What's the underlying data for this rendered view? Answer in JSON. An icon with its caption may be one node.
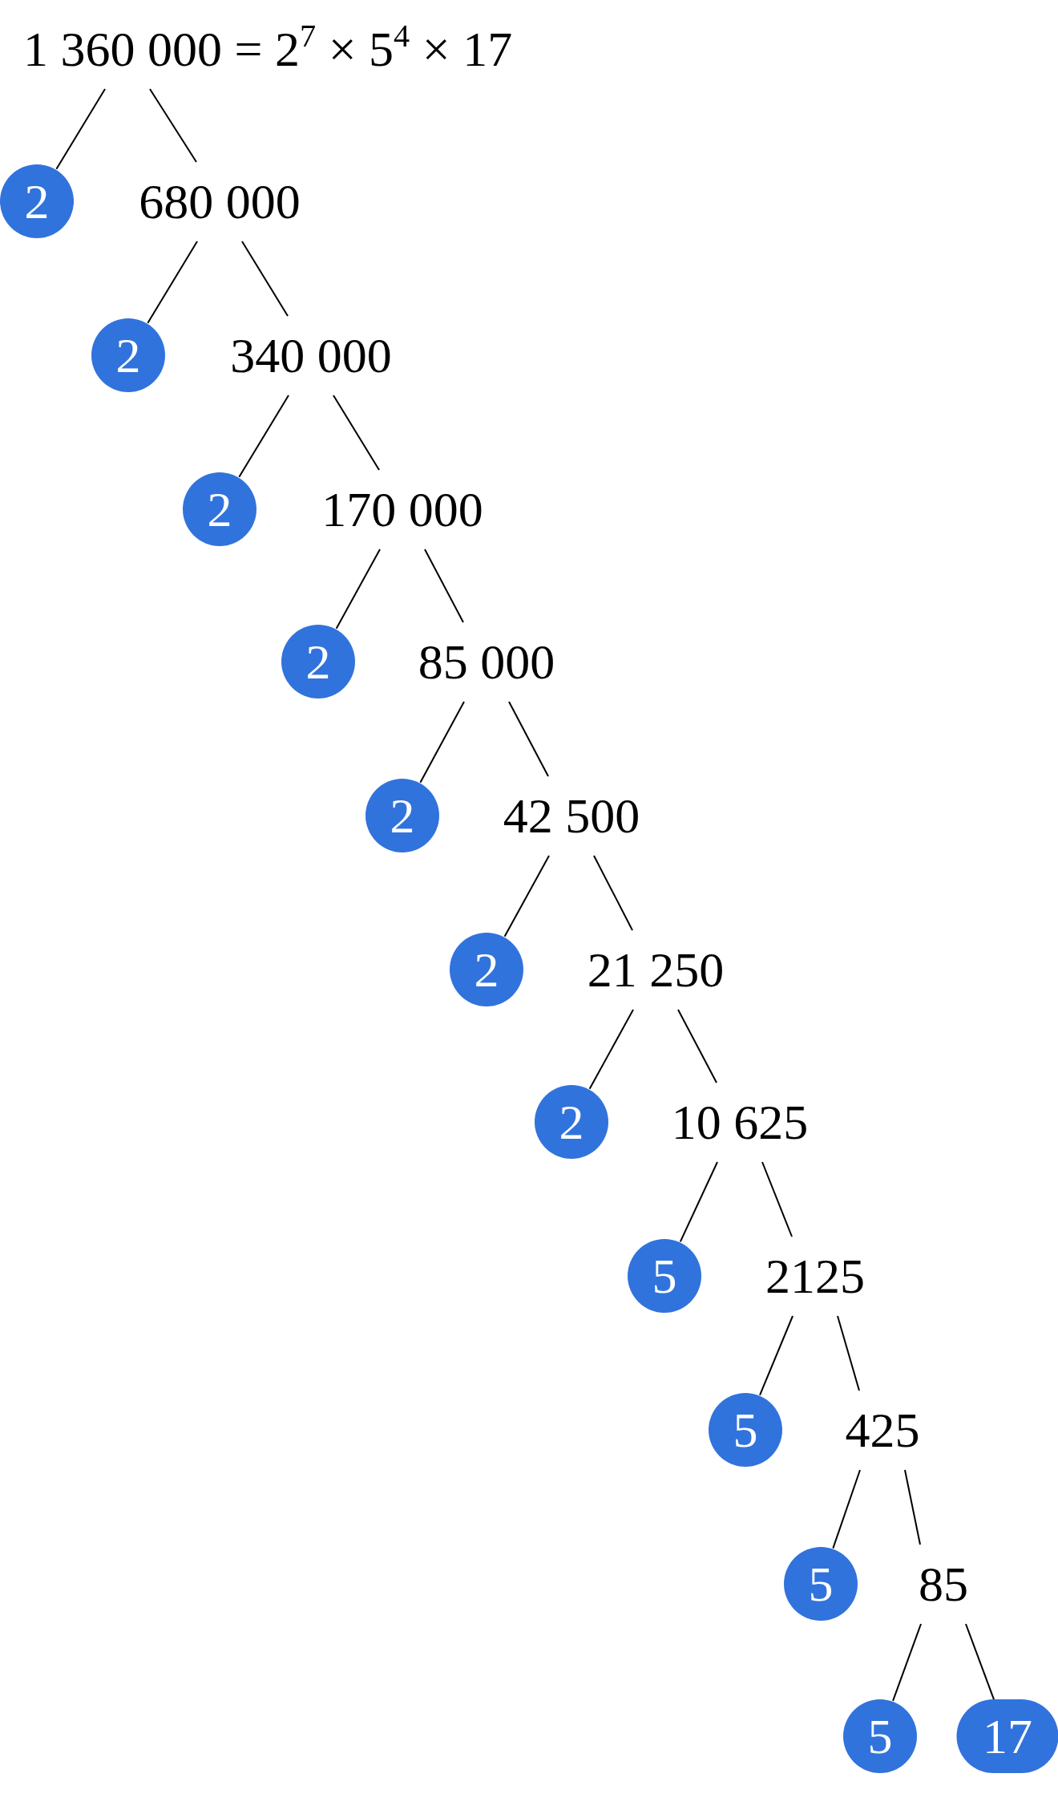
{
  "diagram": {
    "nodes": [
      {
        "text": [
          "1 360 000 = 2$^{7}$ × 5$^{4}$ × 17"
        ]
      },
      {
        "text": [
          "2"
        ]
      },
      {
        "text": [
          "680 000"
        ]
      },
      {
        "text": [
          "2"
        ]
      },
      {
        "text": [
          "340 000"
        ]
      },
      {
        "text": [
          "2"
        ]
      },
      {
        "text": [
          "170 000"
        ]
      },
      {
        "text": [
          "2"
        ]
      },
      {
        "text": [
          "85 000"
        ]
      },
      {
        "text": [
          "2"
        ]
      },
      {
        "text": [
          "42 500"
        ]
      },
      {
        "text": [
          "2"
        ]
      },
      {
        "text": [
          "21 250"
        ]
      },
      {
        "text": [
          "2"
        ]
      },
      {
        "text": [
          "10 625"
        ]
      },
      {
        "text": [
          "5"
        ]
      },
      {
        "text": [
          "2125"
        ]
      },
      {
        "text": [
          "5"
        ]
      },
      {
        "text": [
          "425"
        ]
      },
      {
        "text": [
          "5"
        ]
      },
      {
        "text": [
          "85"
        ]
      },
      {
        "text": [
          "5"
        ]
      },
      {
        "text": [
          "17"
        ]
      }
    ],
    "edges": [
      {
        "from": 0,
        "to": 1,
        "arrow": "none"
      },
      {
        "from": 0,
        "to": 2,
        "arrow": "none"
      },
      {
        "from": 2,
        "to": 3,
        "arrow": "none"
      },
      {
        "from": 2,
        "to": 4,
        "arrow": "none"
      },
      {
        "from": 4,
        "to": 5,
        "arrow": "none"
      },
      {
        "from": 4,
        "to": 6,
        "arrow": "none"
      },
      {
        "from": 6,
        "to": 7,
        "arrow": "none"
      },
      {
        "from": 6,
        "to": 8,
        "arrow": "none"
      },
      {
        "from": 8,
        "to": 9,
        "arrow": "none"
      },
      {
        "from": 8,
        "to": 10,
        "arrow": "none"
      },
      {
        "from": 10,
        "to": 11,
        "arrow": "none"
      },
      {
        "from": 10,
        "to": 12,
        "arrow": "none"
      },
      {
        "from": 12,
        "to": 13,
        "arrow": "none"
      },
      {
        "from": 12,
        "to": 14,
        "arrow": "none"
      },
      {
        "from": 14,
        "to": 15,
        "arrow": "none"
      },
      {
        "from": 14,
        "to": 16,
        "arrow": "none"
      },
      {
        "from": 16,
        "to": 17,
        "arrow": "none"
      },
      {
        "from": 16,
        "to": 18,
        "arrow": "none"
      },
      {
        "from": 18,
        "to": 19,
        "arrow": "none"
      },
      {
        "from": 18,
        "to": 20,
        "arrow": "none"
      },
      {
        "from": 20,
        "to": 21,
        "arrow": "none"
      },
      {
        "from": 20,
        "to": 22,
        "arrow": "none"
      }
    ]
  }
}
